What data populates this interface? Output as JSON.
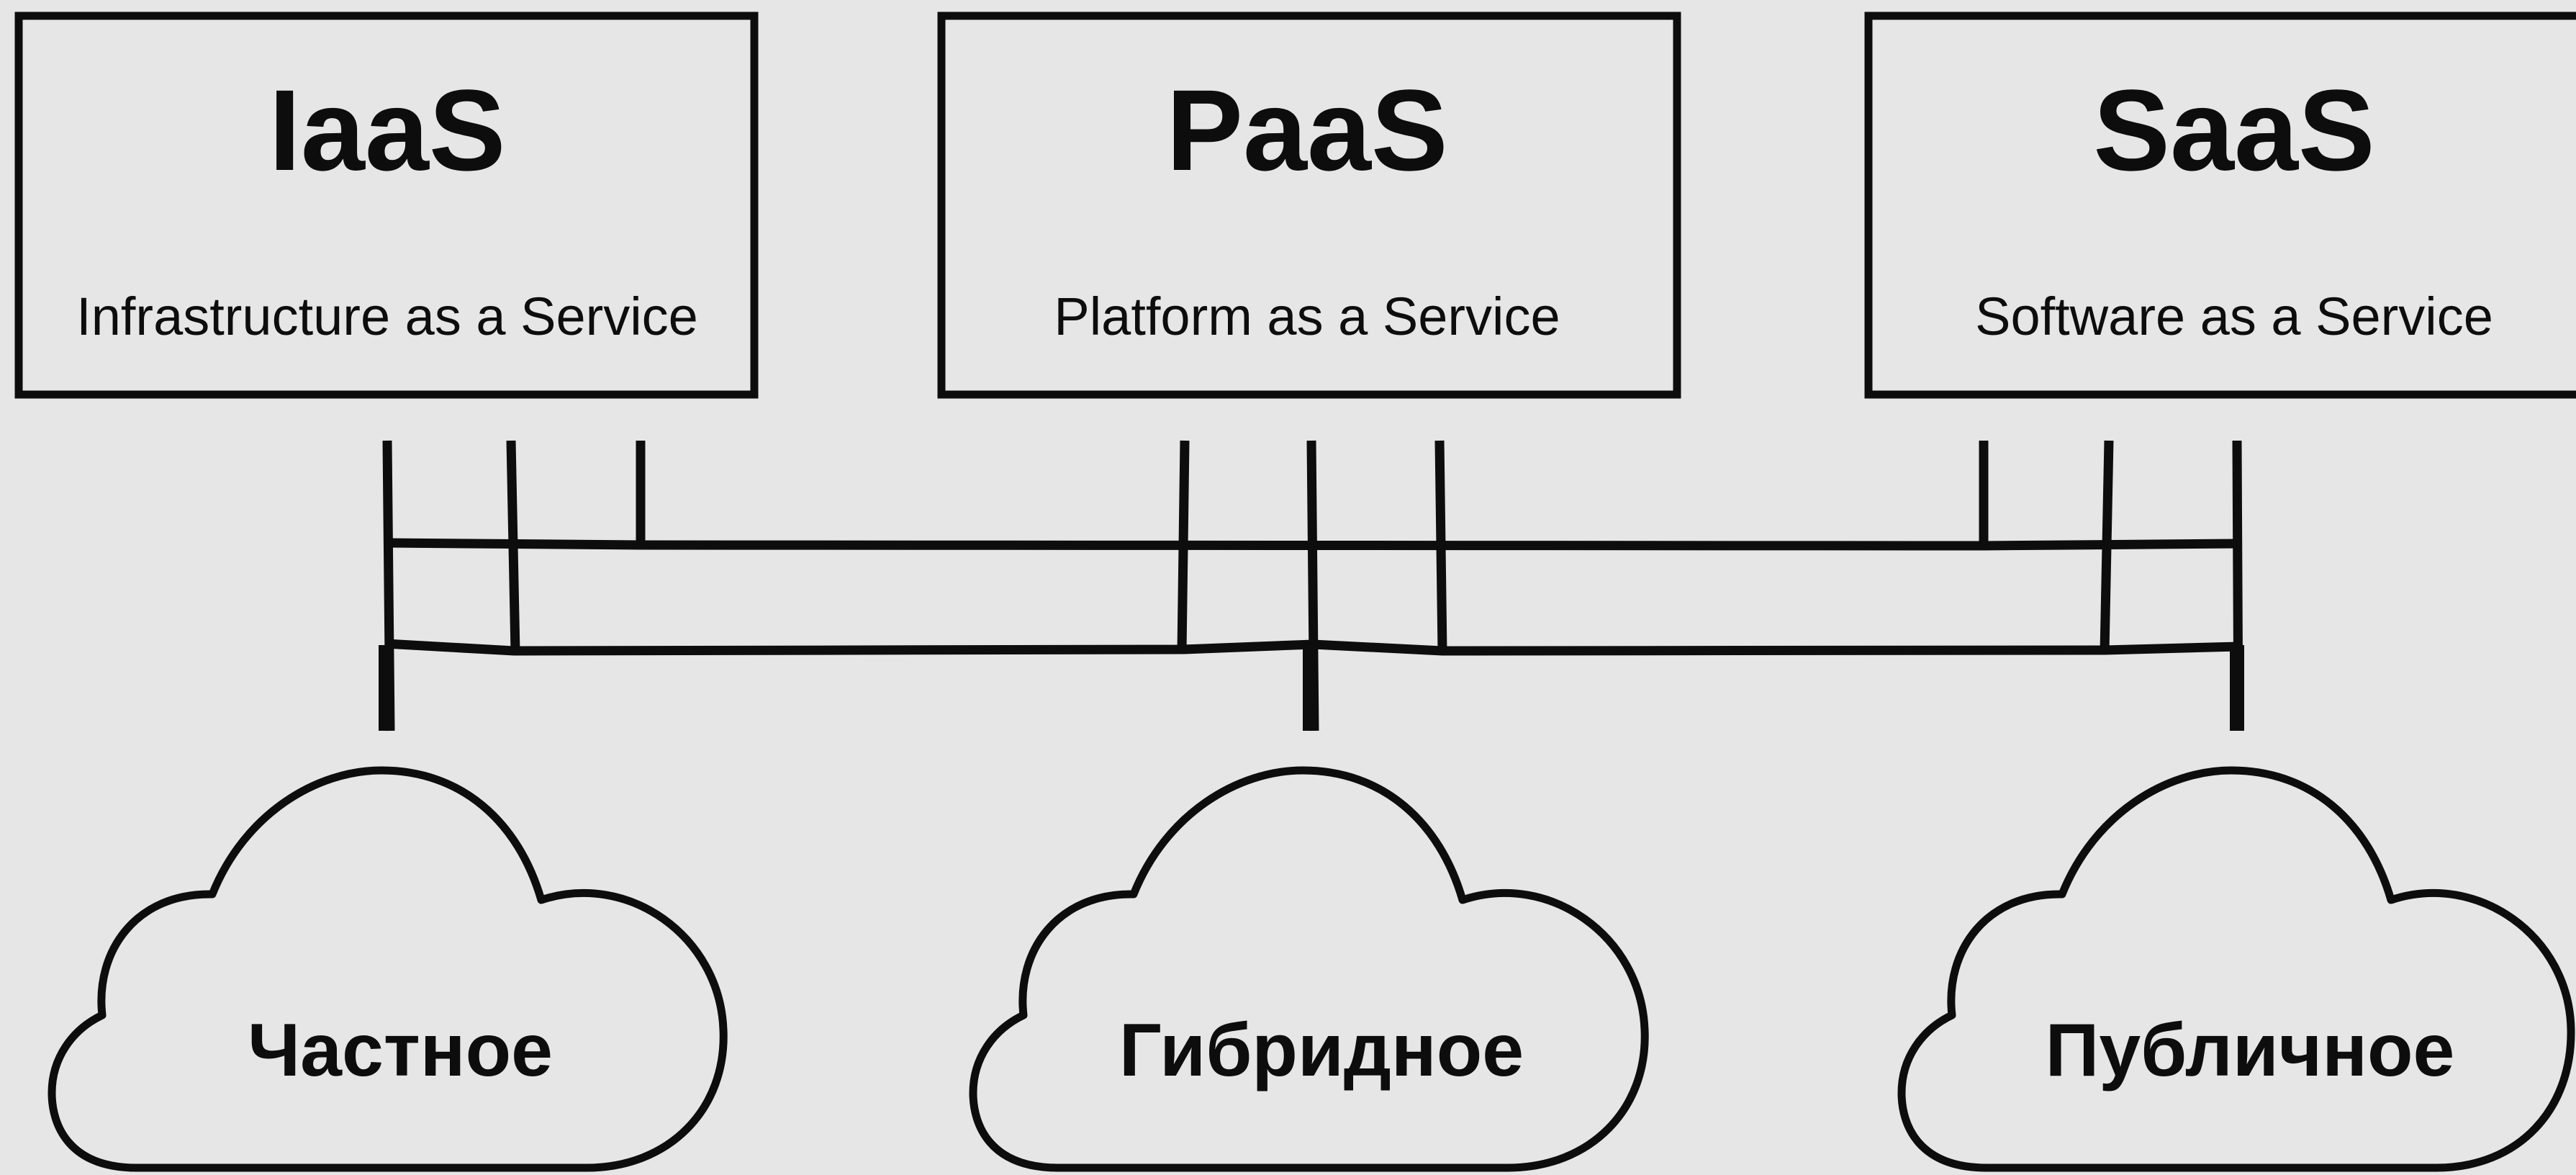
{
  "service_models": [
    {
      "title": "IaaS",
      "subtitle": "Infrastructure as a Service"
    },
    {
      "title": "PaaS",
      "subtitle": "Platform as a Service"
    },
    {
      "title": "SaaS",
      "subtitle": "Software as a Service"
    }
  ],
  "deployment_models": [
    {
      "label": "Частное"
    },
    {
      "label": "Гибридное"
    },
    {
      "label": "Публичное"
    }
  ],
  "colors": {
    "background": "#e6e6e6",
    "stroke": "#0d0d0d"
  }
}
